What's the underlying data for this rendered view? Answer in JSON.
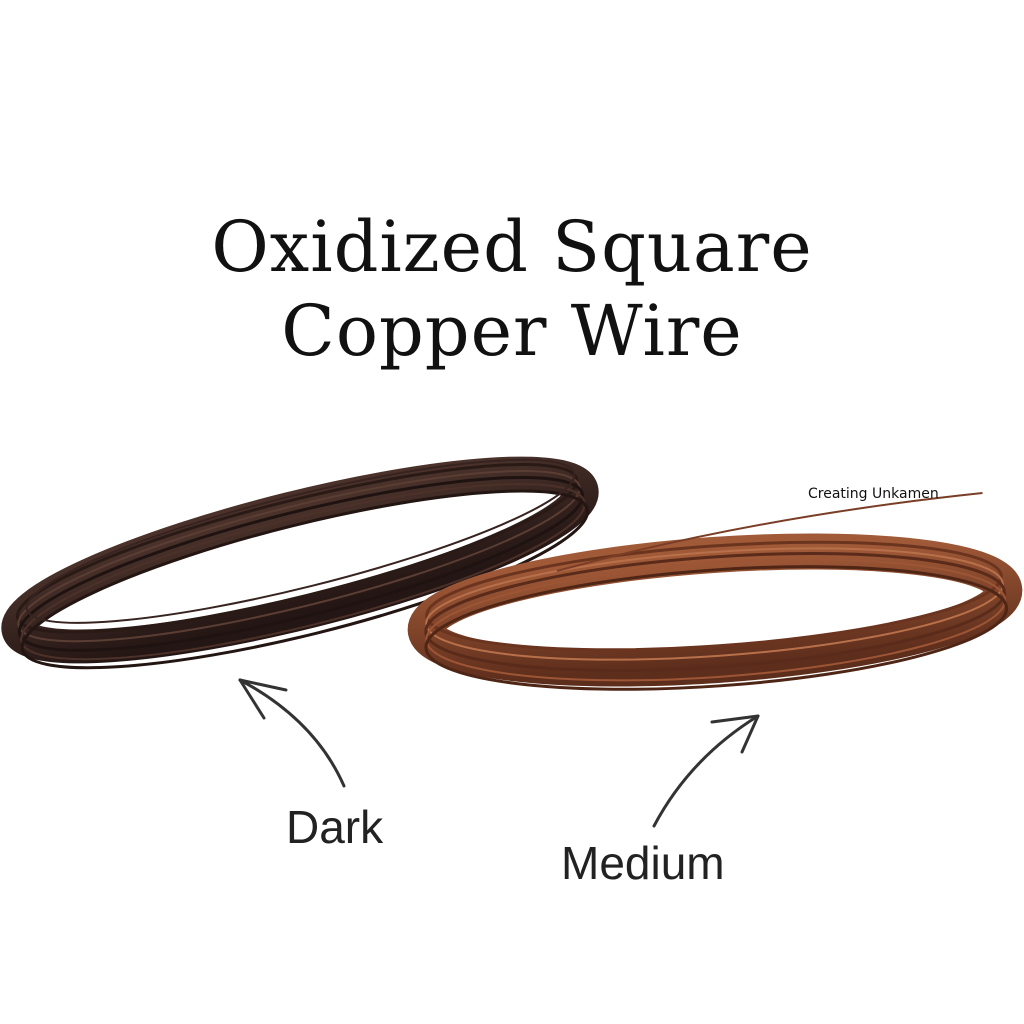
{
  "title": {
    "line1": "Oxidized Square",
    "line2": "Copper Wire"
  },
  "watermark": "Creating Unkamen",
  "labels": {
    "dark": "Dark",
    "medium": "Medium"
  },
  "colors": {
    "dark_wire": "#3a2420",
    "medium_wire": "#8a4a30",
    "text": "#111111"
  }
}
